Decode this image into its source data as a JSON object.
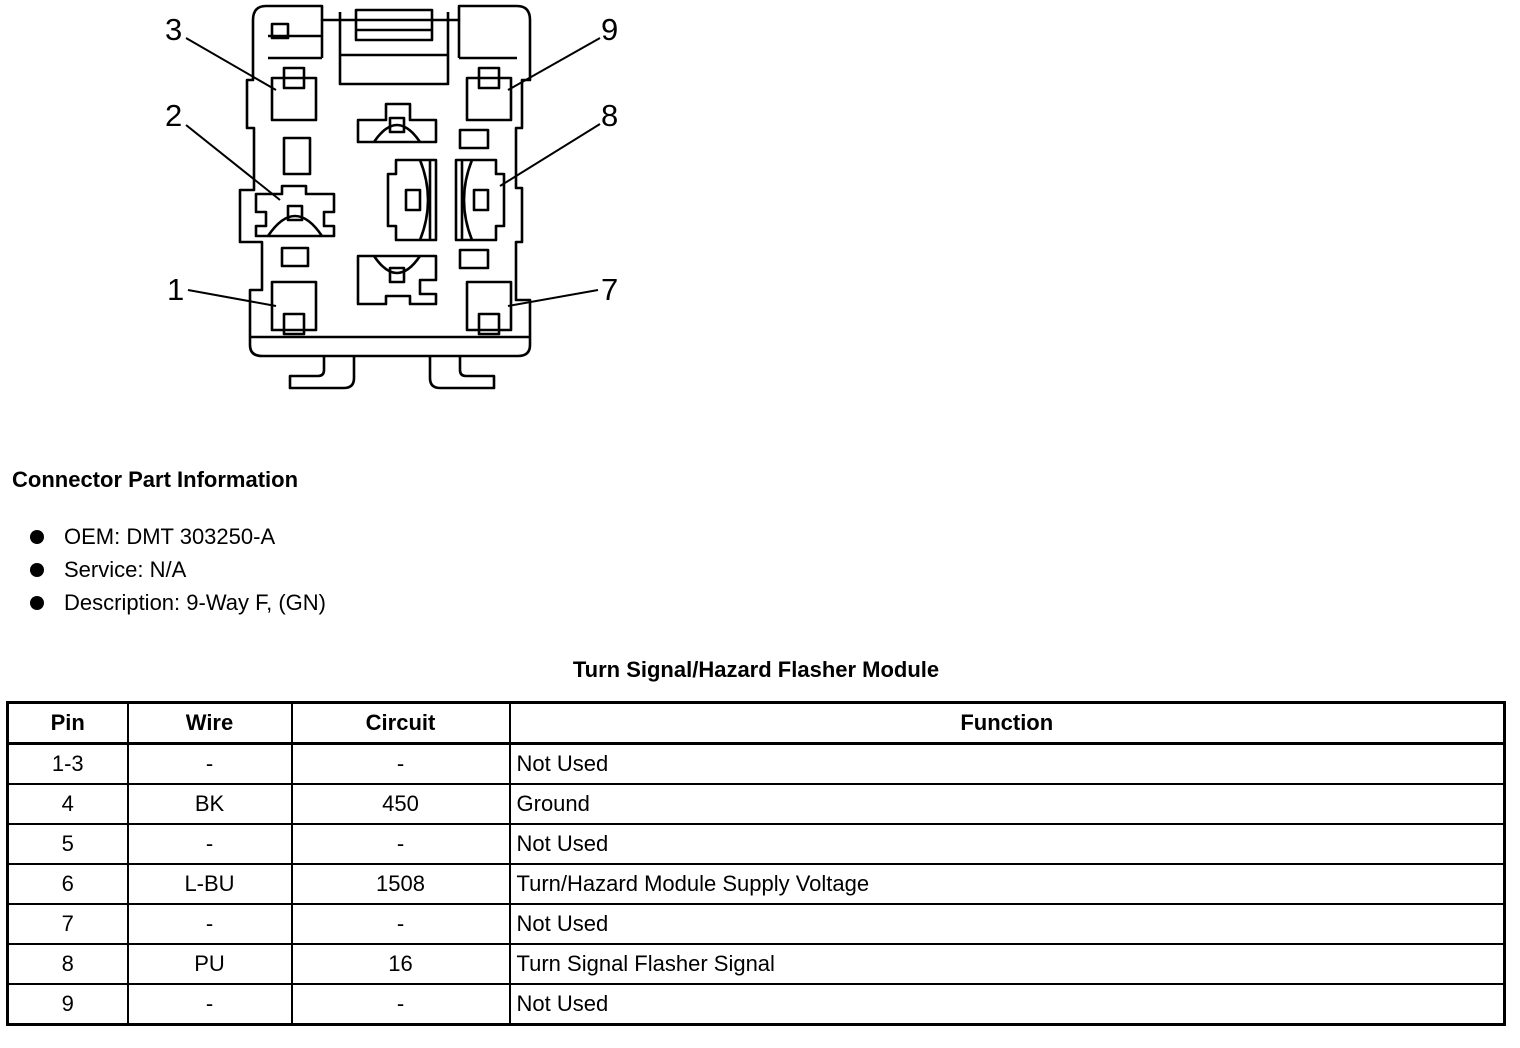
{
  "diagram": {
    "callouts": [
      "3",
      "9",
      "2",
      "8",
      "1",
      "7"
    ]
  },
  "connector_info": {
    "heading": "Connector Part Information",
    "items": [
      "OEM: DMT 303250-A",
      "Service: N/A",
      "Description: 9-Way F, (GN)"
    ]
  },
  "pin_table": {
    "title": "Turn Signal/Hazard Flasher Module",
    "headers": [
      "Pin",
      "Wire",
      "Circuit",
      "Function"
    ],
    "rows": [
      [
        "1-3",
        "-",
        "-",
        "Not Used"
      ],
      [
        "4",
        "BK",
        "450",
        "Ground"
      ],
      [
        "5",
        "-",
        "-",
        "Not Used"
      ],
      [
        "6",
        "L-BU",
        "1508",
        "Turn/Hazard Module Supply Voltage"
      ],
      [
        "7",
        "-",
        "-",
        "Not Used"
      ],
      [
        "8",
        "PU",
        "16",
        "Turn Signal Flasher Signal"
      ],
      [
        "9",
        "-",
        "-",
        "Not Used"
      ]
    ]
  }
}
